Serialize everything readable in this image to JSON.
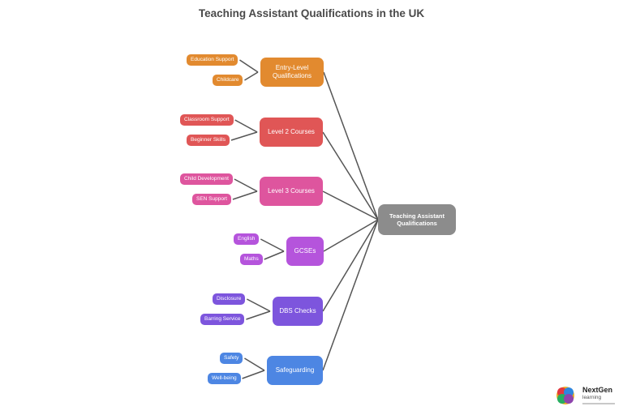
{
  "title": "Teaching Assistant Qualifications in the UK",
  "root": {
    "label": "Teaching Assistant Qualifications",
    "color": "#8c8c8c"
  },
  "branches": [
    {
      "label": "Entry-Level Qualifications",
      "color": "#e28a2f",
      "leaves": [
        "Education Support",
        "Childcare"
      ]
    },
    {
      "label": "Level 2 Courses",
      "color": "#e05656",
      "leaves": [
        "Classroom Support",
        "Beginner Skills"
      ]
    },
    {
      "label": "Level 3 Courses",
      "color": "#de559e",
      "leaves": [
        "Child Development",
        "SEN Support"
      ]
    },
    {
      "label": "GCSEs",
      "color": "#b554dc",
      "leaves": [
        "English",
        "Maths"
      ]
    },
    {
      "label": "DBS Checks",
      "color": "#7d55dd",
      "leaves": [
        "Disclosure",
        "Barring Service"
      ]
    },
    {
      "label": "Safeguarding",
      "color": "#4d86e3",
      "leaves": [
        "Safety",
        "Well-being"
      ]
    }
  ],
  "logo": {
    "name": "NextGen",
    "subtitle": "learning"
  }
}
